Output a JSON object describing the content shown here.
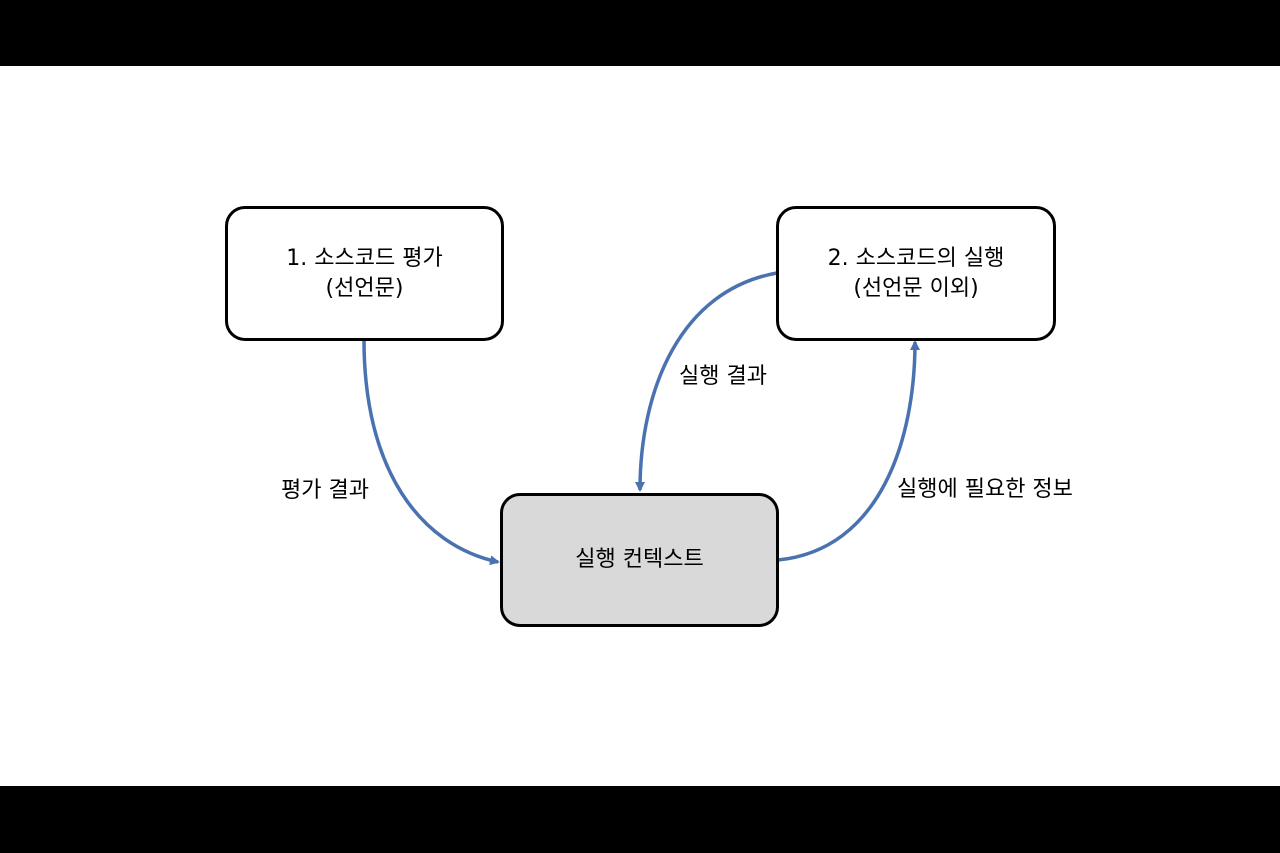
{
  "diagram": {
    "nodes": {
      "evaluate": {
        "line1": "1.  소스코드 평가",
        "line2": "(선언문)"
      },
      "execute": {
        "line1": "2. 소스코드의 실행",
        "line2": "(선언문 이외)"
      },
      "context": {
        "label": "실행 컨텍스트"
      }
    },
    "edges": {
      "evaluate_to_context": {
        "label": "평가 결과"
      },
      "execute_to_context": {
        "label": "실행 결과"
      },
      "context_to_execute": {
        "label": "실행에 필요한 정보"
      }
    },
    "colors": {
      "arrow": "#4a72b0",
      "box_border": "#000000",
      "context_fill": "#d9d9d9",
      "letterbox": "#000000",
      "background": "#ffffff"
    }
  }
}
